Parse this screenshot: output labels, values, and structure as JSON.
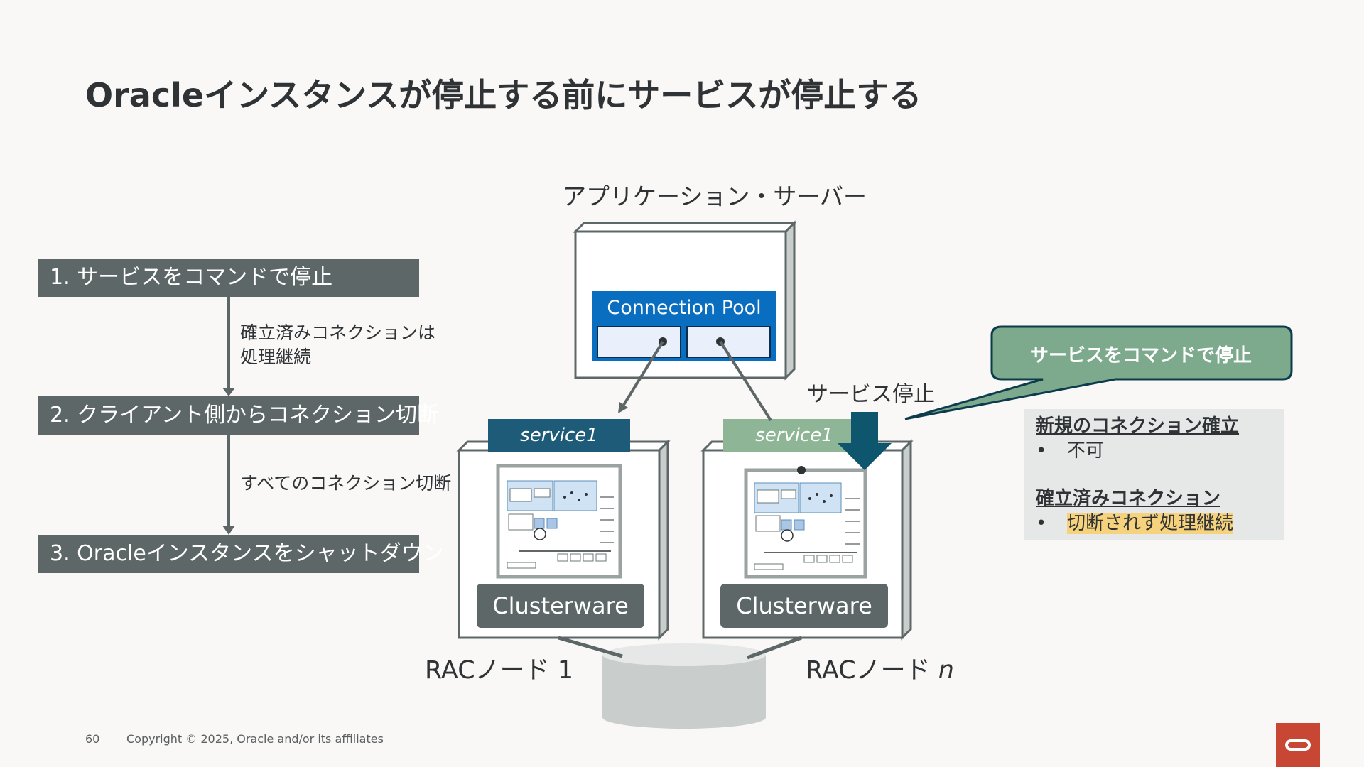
{
  "title": "Oracleインスタンスが停止する前にサービスが停止する",
  "steps": [
    {
      "label": "1. サービスをコマンドで停止"
    },
    {
      "label": "2. クライアント側からコネクション切断"
    },
    {
      "label": "3. Oracleインスタンスをシャットダウン"
    }
  ],
  "step_notes": {
    "note1_line1": "確立済みコネクションは",
    "note1_line2": "処理継続",
    "note2": "すべてのコネクション切断"
  },
  "diagram": {
    "app_server_label": "アプリケーション・サーバー",
    "connection_pool_label": "Connection Pool",
    "service_tags": [
      "service1",
      "service1"
    ],
    "clusterware_labels": [
      "Clusterware",
      "Clusterware"
    ],
    "rac_node_1": "RACノード 1",
    "rac_node_n_prefix": "RACノード ",
    "rac_node_n_italic": "n",
    "service_stop_label": "サービス停止",
    "colors": {
      "pool_blue": "#0a6ec0",
      "service_active": "#1e5b79",
      "service_stopped": "#8eb595",
      "callout_green": "#7daa8d",
      "arrow_dark": "#0e566d"
    }
  },
  "callout": {
    "text": "サービスをコマンドで停止"
  },
  "status": {
    "new_heading": "新規のコネクション確立",
    "new_item": "不可",
    "existing_heading": "確立済みコネクション",
    "existing_item": "切断されず処理継続",
    "bullet": "•"
  },
  "footer": {
    "page_number": "60",
    "copyright": "Copyright © 2025, Oracle and/or its affiliates"
  }
}
